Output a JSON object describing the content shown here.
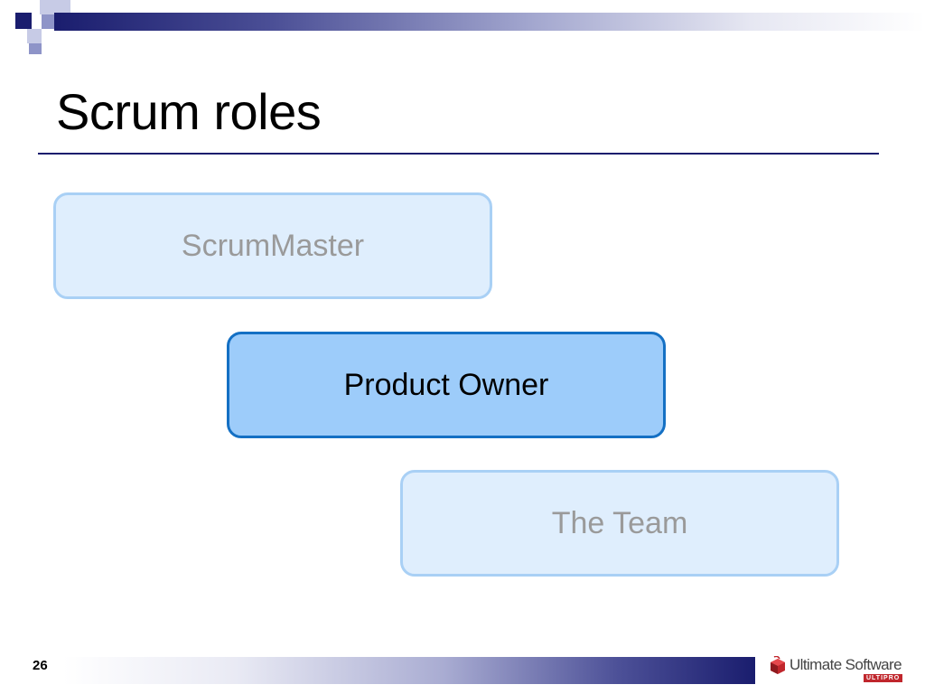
{
  "slide": {
    "title": "Scrum roles",
    "roles": [
      {
        "label": "ScrumMaster",
        "state": "dimmed"
      },
      {
        "label": "Product Owner",
        "state": "highlighted"
      },
      {
        "label": "The Team",
        "state": "dimmed"
      }
    ],
    "page_number": "26"
  },
  "footer": {
    "logo_name": "Ultimate Software",
    "logo_sub": "ULTIPRO",
    "logo_icon": "ultimate-software-logo-icon"
  },
  "colors": {
    "accent_navy": "#1a1d6e",
    "highlight_fill": "#9dccfa",
    "highlight_border": "#1470c4",
    "dim_fill": "#dfeefd",
    "dim_border": "#a9d0f5",
    "logo_red": "#c0262c"
  }
}
